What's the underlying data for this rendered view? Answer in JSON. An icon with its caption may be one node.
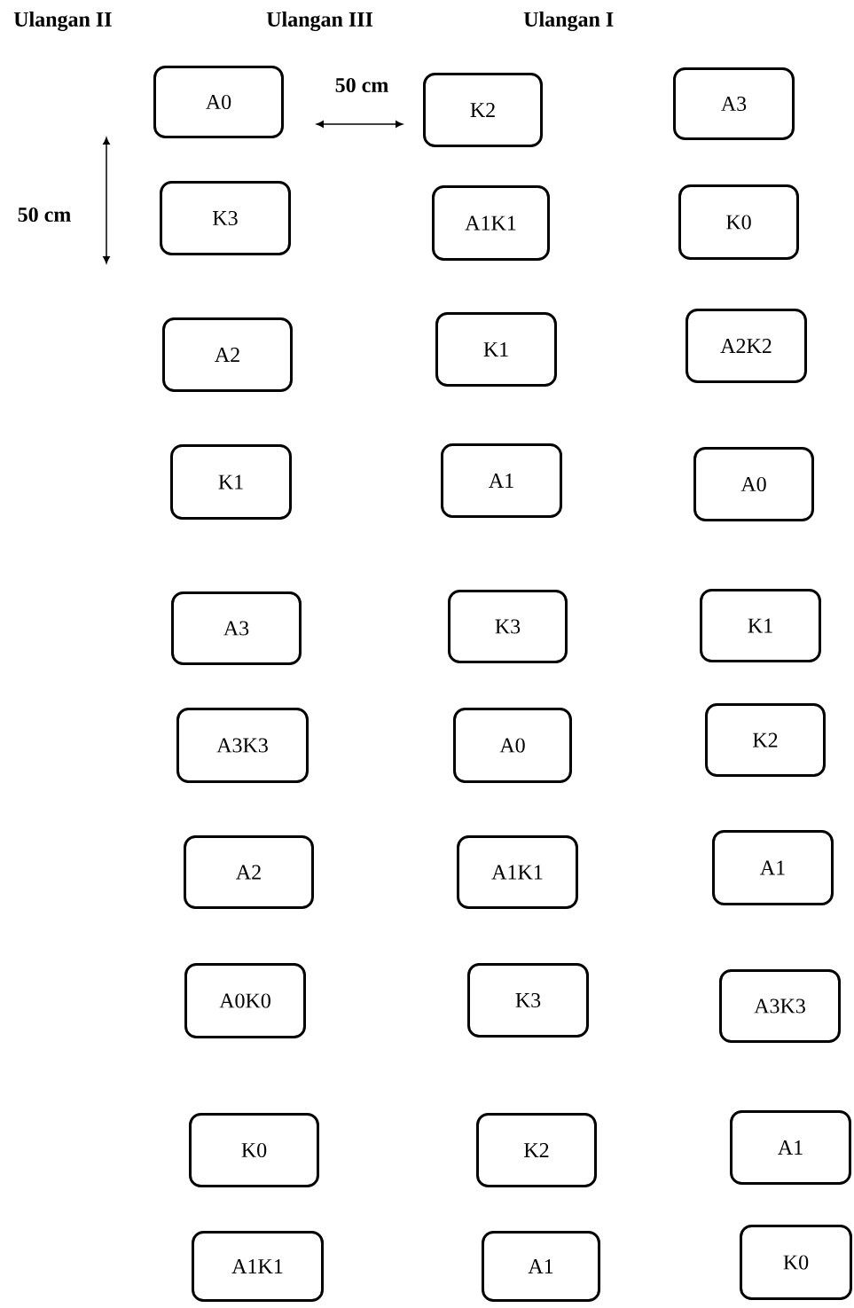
{
  "diagram": {
    "nodes": [
      {
        "text": [
          "A0"
        ]
      },
      {
        "text": [
          "K2"
        ]
      },
      {
        "text": [
          "A3"
        ]
      },
      {
        "text": [
          "K3"
        ]
      },
      {
        "text": [
          "A1K1"
        ]
      },
      {
        "text": [
          "K0"
        ]
      },
      {
        "text": [
          "A2"
        ]
      },
      {
        "text": [
          "K1"
        ]
      },
      {
        "text": [
          "A2K2"
        ]
      },
      {
        "text": [
          "K1"
        ]
      },
      {
        "text": [
          "A1"
        ]
      },
      {
        "text": [
          "A0"
        ]
      },
      {
        "text": [
          "A3"
        ]
      },
      {
        "text": [
          "K3"
        ]
      },
      {
        "text": [
          "K1"
        ]
      },
      {
        "text": [
          "A3K3"
        ]
      },
      {
        "text": [
          "A0"
        ]
      },
      {
        "text": [
          "K2"
        ]
      },
      {
        "text": [
          "A2"
        ]
      },
      {
        "text": [
          "A1K1"
        ]
      },
      {
        "text": [
          "A1"
        ]
      },
      {
        "text": [
          "A0K0"
        ]
      },
      {
        "text": [
          "K3"
        ]
      },
      {
        "text": [
          "A3K3"
        ]
      },
      {
        "text": [
          "K0"
        ]
      },
      {
        "text": [
          "K2"
        ]
      },
      {
        "text": [
          "A1"
        ]
      },
      {
        "text": [
          "A1K1"
        ]
      },
      {
        "text": [
          "A1"
        ]
      },
      {
        "text": [
          "K0"
        ]
      }
    ],
    "labels": [
      "Ulangan II",
      "Ulangan III",
      "Ulangan I",
      "50 cm",
      "50 cm"
    ]
  }
}
